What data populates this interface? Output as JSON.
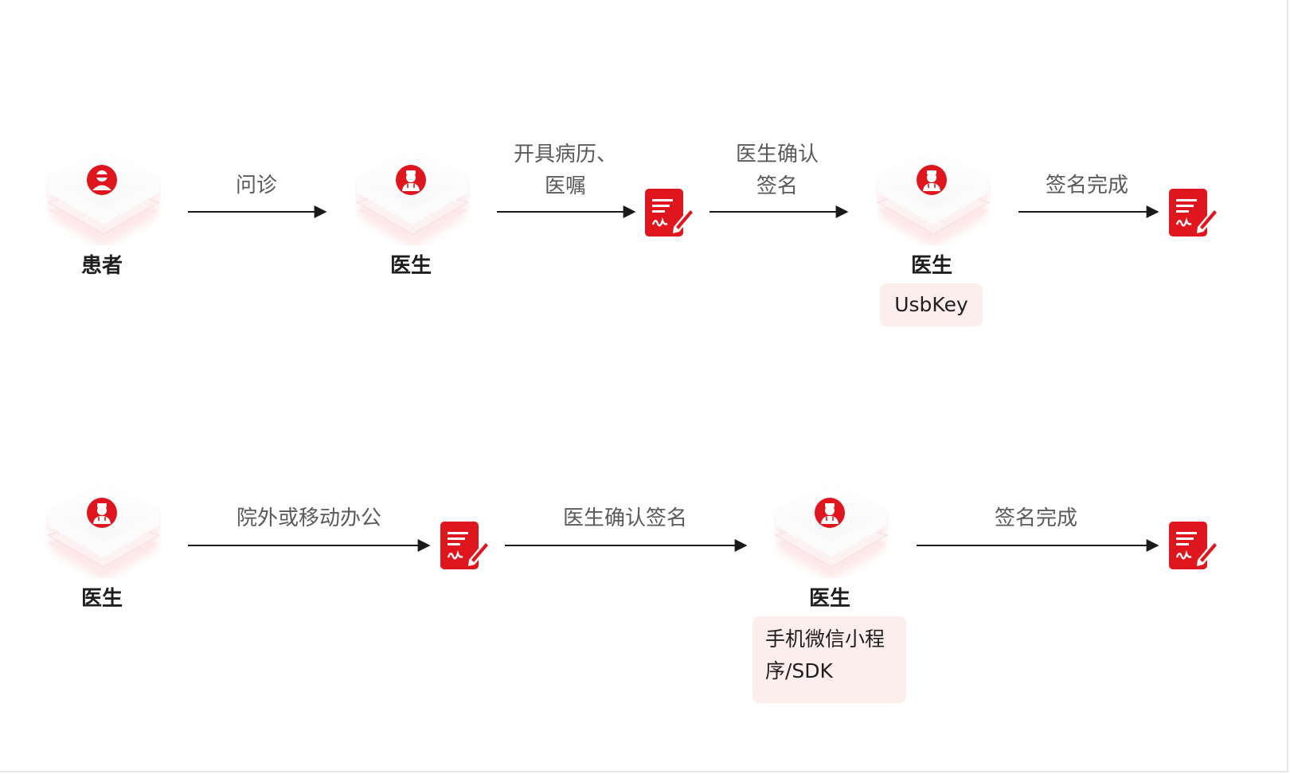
{
  "colors": {
    "accent": "#e0161f",
    "tag_bg": "#fdeeee",
    "arrow": "#1a1a1a"
  },
  "row1": {
    "node_patient": {
      "label": "患者",
      "icon": "patient-icon"
    },
    "edge1": {
      "label": "问诊"
    },
    "node_doctor1": {
      "label": "医生",
      "icon": "doctor-icon"
    },
    "edge2": {
      "label_line1": "开具病历、",
      "label_line2": "医嘱"
    },
    "doc1": {
      "icon": "signed-document-icon"
    },
    "edge3": {
      "label_line1": "医生确认",
      "label_line2": "签名"
    },
    "node_doctor2": {
      "label": "医生",
      "icon": "doctor-icon",
      "tag": "UsbKey"
    },
    "edge4": {
      "label": "签名完成"
    },
    "doc2": {
      "icon": "signed-document-icon"
    }
  },
  "row2": {
    "node_doctor1": {
      "label": "医生",
      "icon": "doctor-icon"
    },
    "edge1": {
      "label": "院外或移动办公"
    },
    "doc1": {
      "icon": "signed-document-icon"
    },
    "edge2": {
      "label": "医生确认签名"
    },
    "node_doctor2": {
      "label": "医生",
      "icon": "doctor-icon",
      "tag_line1": "手机微信小程",
      "tag_line2": "序/SDK"
    },
    "edge3": {
      "label": "签名完成"
    },
    "doc2": {
      "icon": "signed-document-icon"
    }
  }
}
